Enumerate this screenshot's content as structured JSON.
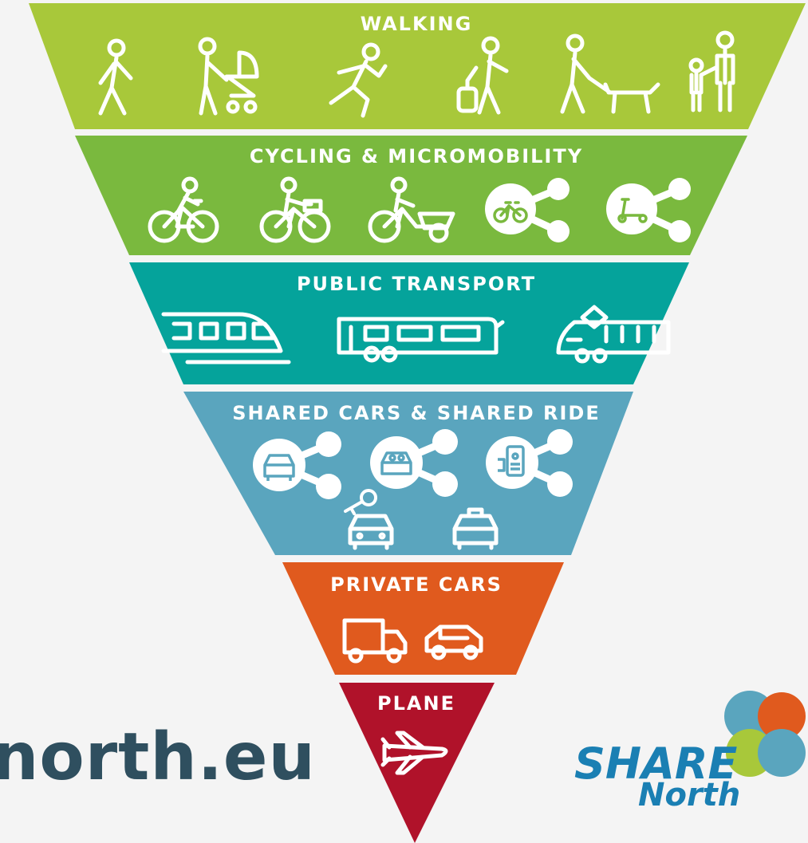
{
  "tiers": [
    {
      "label": "WALKING",
      "color": "#a8c83a"
    },
    {
      "label": "CYCLING & MICROMOBILITY",
      "color": "#7ab93e"
    },
    {
      "label": "PUBLIC TRANSPORT",
      "color": "#05a39b"
    },
    {
      "label": "SHARED CARS & SHARED RIDE",
      "color": "#5aa5be"
    },
    {
      "label": "PRIVATE CARS",
      "color": "#e05a1e"
    },
    {
      "label": "PLANE",
      "color": "#b0122a"
    }
  ],
  "icons": {
    "walking": [
      "pedestrian-icon",
      "stroller-icon",
      "runner-icon",
      "traveller-luggage-icon",
      "dog-walker-icon",
      "parent-child-icon"
    ],
    "cycling": [
      "cyclist-icon",
      "city-bike-icon",
      "cargo-bike-icon",
      "shared-bike-icon",
      "shared-scooter-icon"
    ],
    "public_transport": [
      "train-icon",
      "bus-icon",
      "tram-icon"
    ],
    "shared_cars": [
      "shared-car-icon",
      "carpool-icon",
      "ride-app-icon",
      "car-rental-key-icon",
      "taxi-icon"
    ],
    "private_cars": [
      "truck-icon",
      "car-icon"
    ],
    "plane": [
      "plane-icon"
    ]
  },
  "footer": {
    "website": "north.eu",
    "logo_line1": "SHARE",
    "logo_line2": "North",
    "logo_colors": [
      "#5aa5be",
      "#e05a1e",
      "#a8c83a",
      "#5aa5be"
    ]
  }
}
